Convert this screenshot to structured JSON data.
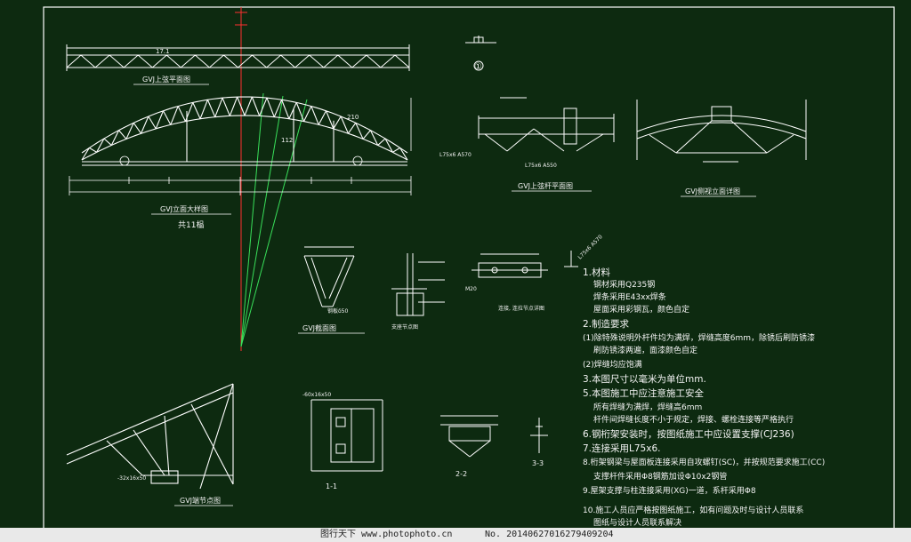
{
  "drawing": {
    "frame_color": "#ffffff",
    "line_color": "#ffffff",
    "axis_color": "#ff3030",
    "green_color": "#39e05a",
    "background": "#0d2a10"
  },
  "labels": {
    "top_truss_caption": "GVJ上弦平面图",
    "top_truss_dim": "17.1",
    "arch_caption": "GVJ立面大样图",
    "arch_subcaption": "共11榀",
    "arch_dim_mid": "112",
    "arch_dim_right": "210",
    "node1_number": "①",
    "plan_detail_caption": "GVJ上弦杆平面图",
    "plan_detail_note1": "L75x6 A570",
    "plan_detail_note2": "L75x6 A550",
    "side_detail_caption": "GVJ侧视立面详图",
    "section_caption": "GVJ截面图",
    "section_note": "钢板δ50",
    "support_caption": "支座节点图",
    "plate_caption": "连接, 连拉节点详图",
    "plate_dim": "M20",
    "corner_caption": "GVJ端节点图",
    "corner_note": "-32x16x50",
    "section11_caption": "1-1",
    "section22_caption": "2-2",
    "section33_caption": "3-3",
    "section11_dim": "-60x16x50",
    "angle_note": "L75x6 A570"
  },
  "notes": [
    "1.材料",
    "钢材采用Q235钢",
    "焊条采用E43xx焊条",
    "屋面采用彩钢瓦，颜色自定",
    "2.制造要求",
    "(1)除特殊说明外杆件均为满焊，焊缝高度6mm，除锈后刷防锈漆",
    "刷防锈漆两遍，面漆颜色自定",
    "(2)焊缝均应饱满",
    "3.本图尺寸以毫米为单位mm.",
    "5.本图施工中应注意施工安全",
    "所有焊缝为满焊，焊缝高6mm",
    "杆件间焊缝长度不小于规定，焊接、螺栓连接等严格执行",
    "6.钢桁架安装时，按图纸施工中应设置支撑(CJ236)",
    "7.连接采用L75x6.",
    "8.桁架钢梁与屋面板连接采用自攻螺钉(SC)，并按规范要求施工(CC)",
    "支撑杆件采用Φ8钢筋加设Φ10x2钢管",
    "9.屋架支撑与柱连接采用(XG)一道，系杆采用Φ8",
    "10.施工人员应严格按图纸施工，如有问题及时与设计人员联系",
    "图纸与设计人员联系解决"
  ],
  "watermark": {
    "site": "图行天下 www.photophoto.cn",
    "number": "No. 20140627016279409204"
  }
}
